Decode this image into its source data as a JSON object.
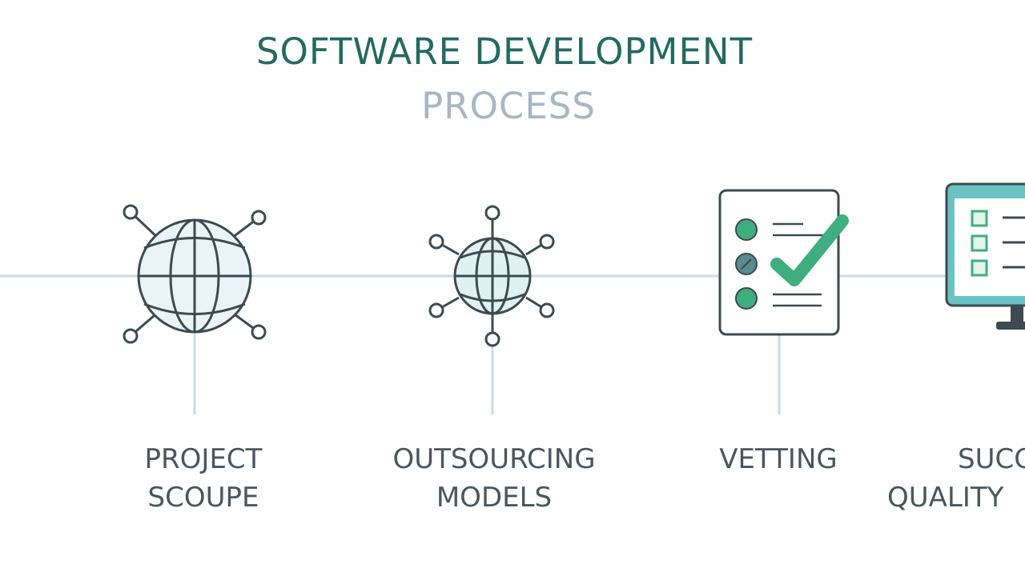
{
  "title": {
    "line1": "SOFTWARE DEVELOPMENT",
    "line2": "PROCESS"
  },
  "steps": [
    {
      "line1": "PROJECT",
      "line2": "SCOUPE",
      "icon": "globe-network-icon"
    },
    {
      "line1": "OUTSOURCING",
      "line2": "MODELS",
      "icon": "globe-network-small-icon"
    },
    {
      "line1": "VETTING",
      "line2": "",
      "icon": "checklist-icon"
    },
    {
      "line1": "SUCC",
      "line2": "QUALITY",
      "icon": "monitor-checklist-icon"
    }
  ],
  "colors": {
    "title": "#236a5f",
    "subtitle": "#a7b6c4",
    "line": "#c9dbe6",
    "icon_stroke": "#3e4a4f",
    "accent_green": "#3fae7f",
    "accent_teal": "#6cc3c5"
  }
}
